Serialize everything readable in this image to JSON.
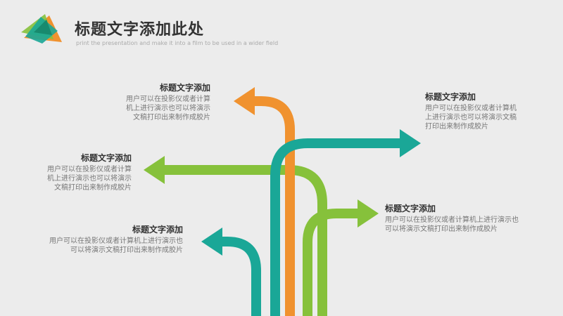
{
  "header": {
    "title": "标题文字添加此处",
    "subtitle": "print the presentation and make it into a film to be used in a wider field"
  },
  "colors": {
    "orange": "#f0922f",
    "teal": "#1aa797",
    "green": "#86c13b",
    "logo_dark": "#188a6e"
  },
  "blocks": [
    {
      "title": "标题文字添加",
      "lines": [
        "用户可以在投影仪或者计算",
        "机上进行演示也可以将演示",
        "文稿打印出来制作成胶片"
      ]
    },
    {
      "title": "标题文字添加",
      "lines": [
        "用户可以在投影仪或者计算机",
        "上进行演示也可以将演示文稿",
        "打印出来制作成胶片"
      ]
    },
    {
      "title": "标题文字添加",
      "lines": [
        "用户可以在投影仪或者计算",
        "机上进行演示也可以将演示",
        "文稿打印出来制作成胶片"
      ]
    },
    {
      "title": "标题文字添加",
      "lines": [
        "用户可以在投影仪或者计算机上进行演示也",
        "可以将演示文稿打印出来制作成胶片"
      ]
    },
    {
      "title": "标题文字添加",
      "lines": [
        "用户可以在投影仪或者计算机上进行演示也",
        "可以将演示文稿打印出来制作成胶片"
      ]
    }
  ]
}
